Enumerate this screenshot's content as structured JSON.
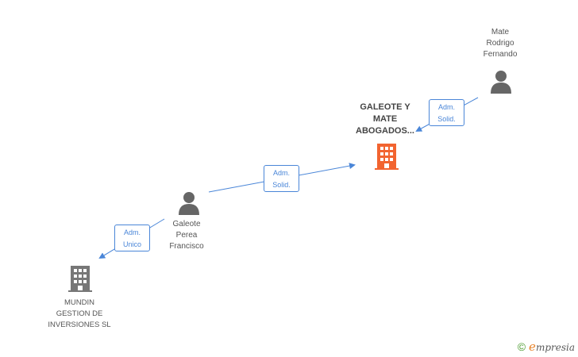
{
  "nodes": {
    "mate": {
      "label": "Mate\nRodrigo\nFernando",
      "icon": "person-icon"
    },
    "galeote_mate": {
      "label": "GALEOTE Y\nMATE\nABOGADOS...",
      "icon": "building-icon",
      "color": "#f26430"
    },
    "galeote_perea": {
      "label": "Galeote\nPerea\nFrancisco",
      "icon": "person-icon"
    },
    "mundin": {
      "label": "MUNDIN\nGESTION DE\nINVERSIONES SL",
      "icon": "building-icon",
      "color": "#777777"
    }
  },
  "edges": {
    "mate_to_company": {
      "label": "Adm.\nSolid."
    },
    "perea_to_company": {
      "label": "Adm.\nSolid."
    },
    "perea_to_mundin": {
      "label": "Adm.\nUnico"
    }
  },
  "footer": {
    "copyright": "©",
    "brand_first": "e",
    "brand_rest": "mpresia"
  },
  "colors": {
    "edge": "#4a86d8",
    "person": "#666666"
  }
}
